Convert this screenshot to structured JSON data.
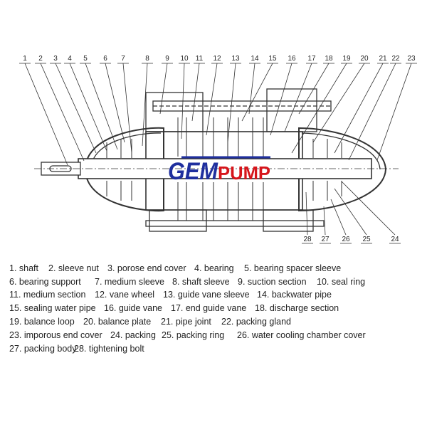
{
  "diagram": {
    "top_callouts": [
      "1",
      "2",
      "3",
      "4",
      "5",
      "6",
      "7",
      "8",
      "9",
      "10",
      "11",
      "12",
      "13",
      "14",
      "15",
      "16",
      "17",
      "18",
      "19",
      "20",
      "21",
      "22",
      "23"
    ],
    "bottom_callouts": [
      "28",
      "27",
      "26",
      "25",
      "24"
    ],
    "logo": {
      "part1": "GEM",
      "part2": "PUMP",
      "blue": "#1f2f9e",
      "red": "#d6151b"
    }
  },
  "legend": {
    "rows": [
      [
        "1. shaft",
        "2. sleeve nut",
        "3. porose end cover",
        "4. bearing",
        "5. bearing spacer sleeve"
      ],
      [
        "6. bearing support",
        "7. medium sleeve",
        "8. shaft sleeve",
        "9. suction section",
        "10. seal ring"
      ],
      [
        "11. medium section",
        "12. vane wheel",
        "13. guide vane sleeve",
        "14. backwater pipe"
      ],
      [
        "15. sealing water pipe",
        "16. guide vane",
        "17. end guide vane",
        "18. discharge section"
      ],
      [
        "19. balance loop",
        "20. balance plate",
        "21. pipe joint",
        "22. packing gland"
      ],
      [
        "23. imporous end cover",
        "24. packing",
        "25. packing ring",
        "26. water cooling chamber cover"
      ],
      [
        "27. packing body",
        "28. tightening bolt"
      ]
    ]
  }
}
